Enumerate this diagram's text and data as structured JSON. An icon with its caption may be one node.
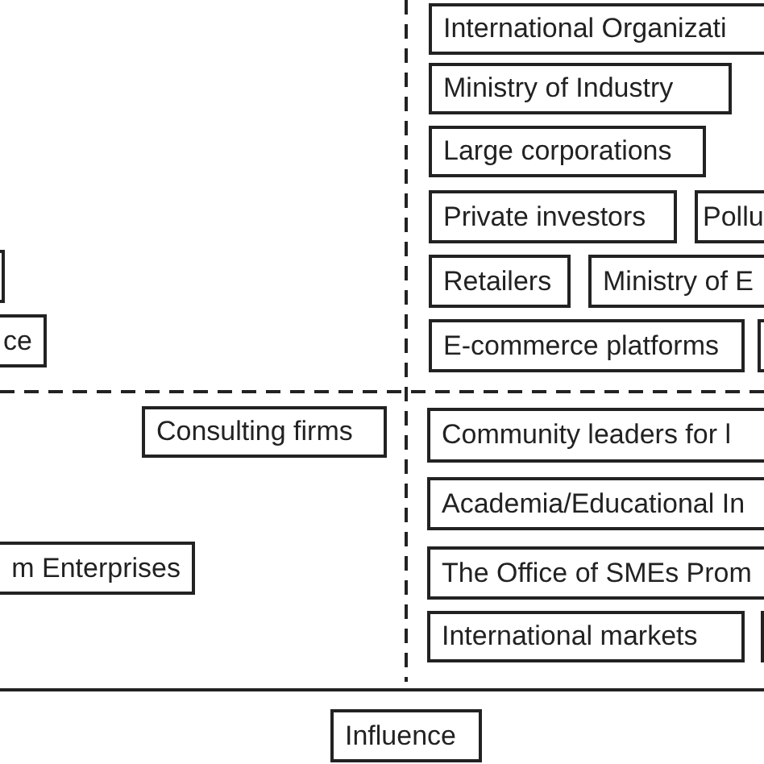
{
  "diagram": {
    "nodes": [
      {
        "text": [
          "International Organizati"
        ]
      },
      {
        "text": [
          "Ministry of Industry"
        ]
      },
      {
        "text": [
          "Large corporations"
        ]
      },
      {
        "text": [
          "Private investors"
        ]
      },
      {
        "text": [
          "Pollu"
        ]
      },
      {
        "text": [],
        "shape": "box"
      },
      {
        "text": [
          "Retailers"
        ]
      },
      {
        "text": [
          "Ministry of E"
        ]
      },
      {
        "text": [
          "ce"
        ]
      },
      {
        "text": [
          "E-commerce platforms"
        ]
      },
      {
        "text": [],
        "shape": "box"
      },
      {
        "text": [
          "Consulting firms"
        ]
      },
      {
        "text": [
          "Community leaders for l"
        ]
      },
      {
        "text": [
          "Academia/Educational In"
        ]
      },
      {
        "text": [
          "m Enterprises"
        ]
      },
      {
        "text": [
          "The Office of SMEs Prom"
        ]
      },
      {
        "text": [
          "International markets"
        ]
      },
      {
        "text": [],
        "shape": "box"
      },
      {
        "text": [
          "Influence"
        ]
      }
    ],
    "edges": []
  }
}
